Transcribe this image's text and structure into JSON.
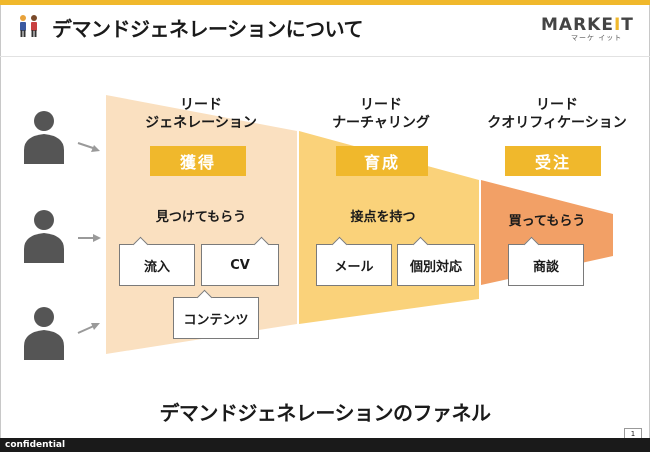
{
  "header": {
    "title": "デマンドジェネレーションについて",
    "title_icon": "people-icon",
    "logo_prefix": "MARKE",
    "logo_accent": "I",
    "logo_suffix": "T",
    "logo_sub": "マーケ イット"
  },
  "people": [
    {
      "icon": "person-silhouette-icon"
    },
    {
      "icon": "person-silhouette-icon"
    },
    {
      "icon": "person-silhouette-icon"
    }
  ],
  "stages": [
    {
      "title_line1": "リード",
      "title_line2": "ジェネレーション",
      "badge": "獲得",
      "subhead": "見つけてもらう",
      "tags": [
        "流入",
        "CV",
        "コンテンツ"
      ],
      "color": "#fae0c0"
    },
    {
      "title_line1": "リード",
      "title_line2": "ナーチャリング",
      "badge": "育成",
      "subhead": "接点を持つ",
      "tags": [
        "メール",
        "個別対応"
      ],
      "color": "#fad27a"
    },
    {
      "title_line1": "リード",
      "title_line2": "クオリフィケーション",
      "badge": "受注",
      "subhead": "買ってもらう",
      "tags": [
        "商談"
      ],
      "color": "#f2a066"
    }
  ],
  "caption": "デマンドジェネレーションのファネル",
  "footer": {
    "label": "confidential",
    "page_number": "1"
  },
  "colors": {
    "accent": "#f0b82c",
    "stage1": "#fae0c0",
    "stage2": "#fad27a",
    "stage3": "#f2a066"
  }
}
